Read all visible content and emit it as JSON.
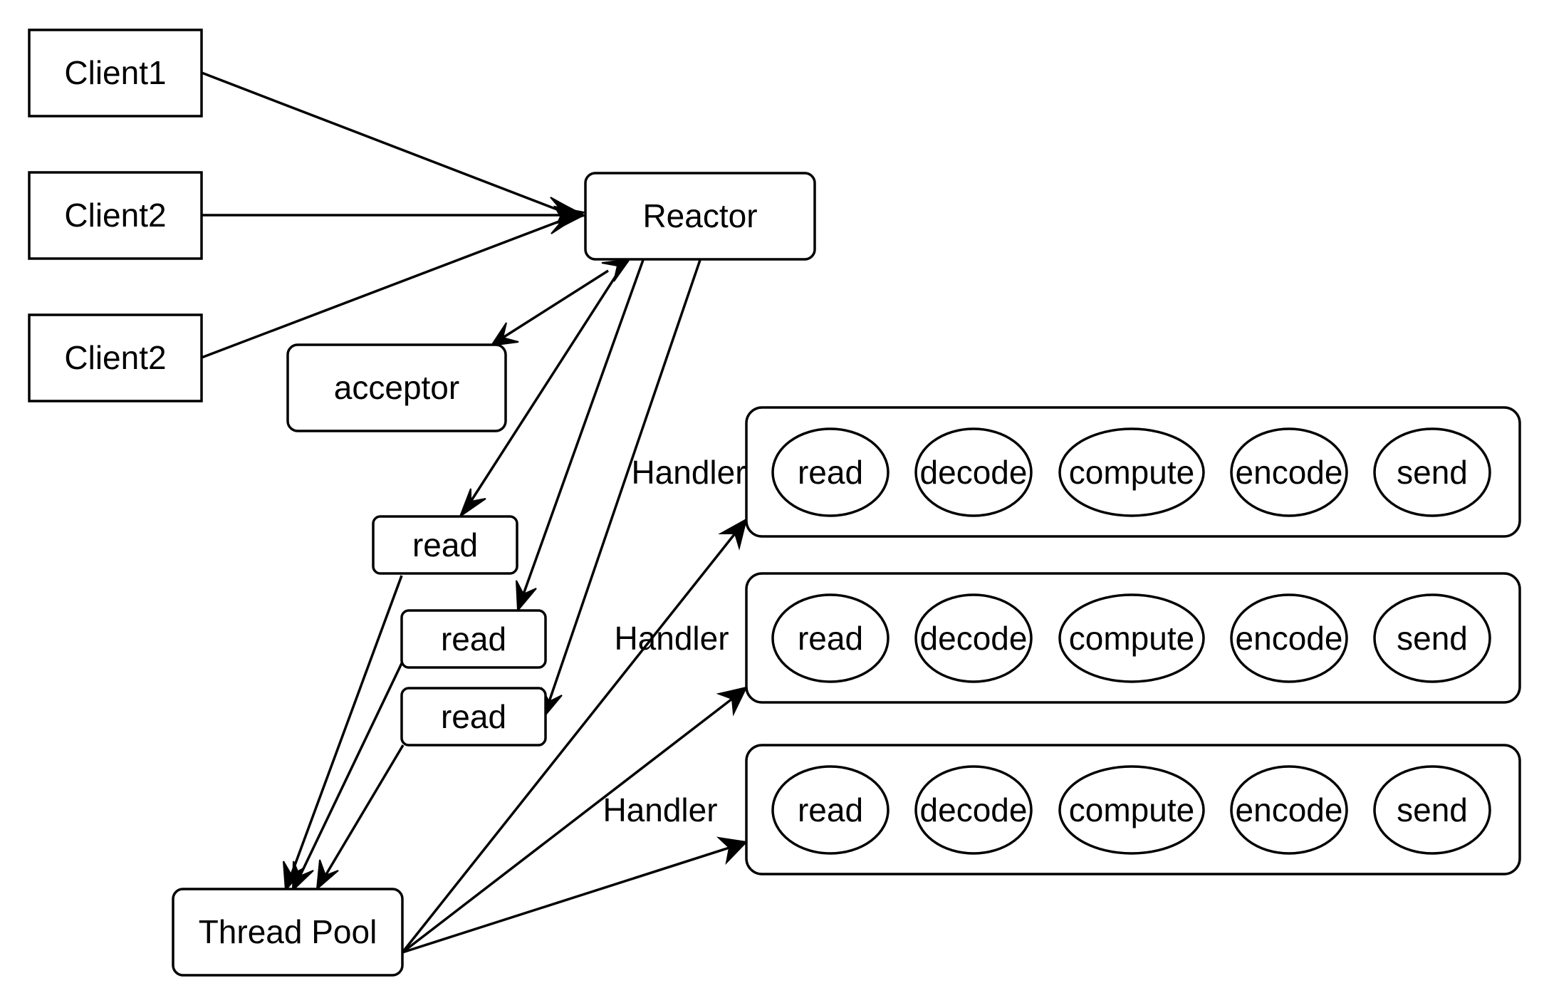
{
  "nodes": {
    "client1": "Client1",
    "client2": "Client2",
    "client3": "Client2",
    "reactor": "Reactor",
    "acceptor": "acceptor",
    "read1": "read",
    "read2": "read",
    "read3": "read",
    "thread_pool": "Thread Pool"
  },
  "handlers": [
    {
      "label": "Handler",
      "steps": [
        "read",
        "decode",
        "compute",
        "encode",
        "send"
      ]
    },
    {
      "label": "Handler",
      "steps": [
        "read",
        "decode",
        "compute",
        "encode",
        "send"
      ]
    },
    {
      "label": "Handler",
      "steps": [
        "read",
        "decode",
        "compute",
        "encode",
        "send"
      ]
    }
  ],
  "colors": {
    "stroke": "#000000",
    "fill": "#ffffff",
    "text": "#000000"
  }
}
